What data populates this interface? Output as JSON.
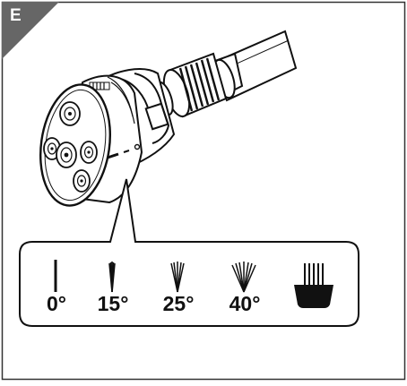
{
  "panel": {
    "letter": "E",
    "corner_color": "#666666",
    "border_color": "#333333"
  },
  "spray_patterns": [
    {
      "label": "0°",
      "icon": "single-jet-icon"
    },
    {
      "label": "15°",
      "icon": "narrow-fan-icon"
    },
    {
      "label": "25°",
      "icon": "medium-fan-icon"
    },
    {
      "label": "40°",
      "icon": "wide-fan-icon"
    },
    {
      "label": "",
      "icon": "brush-nozzle-icon"
    }
  ]
}
